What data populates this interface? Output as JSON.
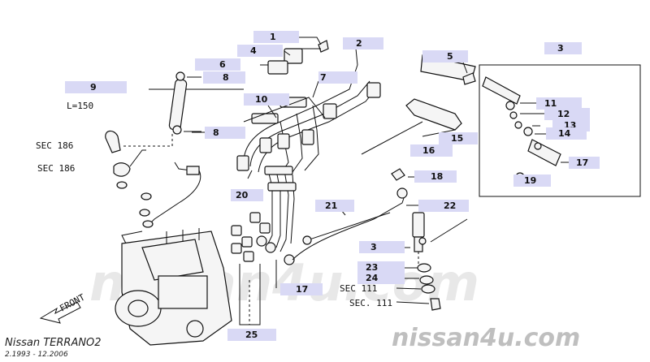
{
  "colors": {
    "label_box": "#d9d9f5",
    "line": "#111111",
    "watermark": "#c8c8c8",
    "background": "#ffffff"
  },
  "callouts": [
    {
      "id": "c1",
      "text": "1"
    },
    {
      "id": "c2",
      "text": "2"
    },
    {
      "id": "c3",
      "text": "3"
    },
    {
      "id": "c4",
      "text": "4"
    },
    {
      "id": "c5",
      "text": "5"
    },
    {
      "id": "c6",
      "text": "6"
    },
    {
      "id": "c7",
      "text": "7"
    },
    {
      "id": "c8a",
      "text": "8"
    },
    {
      "id": "c8b",
      "text": "8"
    },
    {
      "id": "c9",
      "text": "9"
    },
    {
      "id": "c10",
      "text": "10"
    },
    {
      "id": "c11",
      "text": "11"
    },
    {
      "id": "c12",
      "text": "12"
    },
    {
      "id": "c13",
      "text": "13"
    },
    {
      "id": "c14",
      "text": "14"
    },
    {
      "id": "c15",
      "text": "15"
    },
    {
      "id": "c16",
      "text": "16"
    },
    {
      "id": "c17a",
      "text": "17"
    },
    {
      "id": "c17b",
      "text": "17"
    },
    {
      "id": "c18",
      "text": "18"
    },
    {
      "id": "c19",
      "text": "19"
    },
    {
      "id": "c20",
      "text": "20"
    },
    {
      "id": "c21",
      "text": "21"
    },
    {
      "id": "c22",
      "text": "22"
    },
    {
      "id": "c3b",
      "text": "3"
    },
    {
      "id": "c23",
      "text": "23"
    },
    {
      "id": "c24",
      "text": "24"
    },
    {
      "id": "c25",
      "text": "25"
    }
  ],
  "notes": {
    "length": "L=150",
    "sec186a": "SEC 186",
    "sec186b": "SEC 186",
    "sec111a": "SEC 111",
    "sec111b": "SEC. 111",
    "front": "FRONT"
  },
  "watermark": {
    "faint": "nissan4u.com",
    "brand": "nissan4u.com"
  },
  "caption": {
    "model": "Nissan TERRANO2",
    "dates": "2.1993 - 12.2006"
  }
}
